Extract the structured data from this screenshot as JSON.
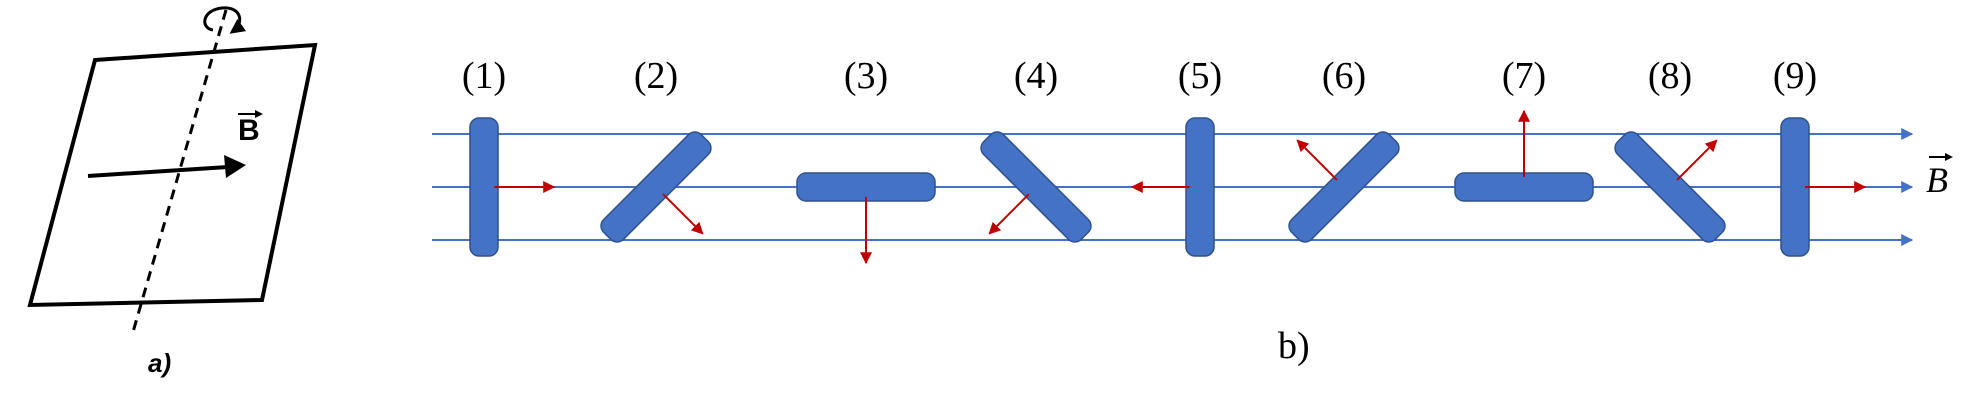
{
  "panel_a": {
    "field_label": "B",
    "caption": "a)"
  },
  "panel_b": {
    "field_label": "B",
    "caption": "b)",
    "plates": [
      {
        "label": "(1)",
        "angle_deg": 90,
        "normal": "+x"
      },
      {
        "label": "(2)",
        "angle_deg": 135,
        "normal": "down-right"
      },
      {
        "label": "(3)",
        "angle_deg": 0,
        "normal": "-y"
      },
      {
        "label": "(4)",
        "angle_deg": 45,
        "normal": "down-left"
      },
      {
        "label": "(5)",
        "angle_deg": 90,
        "normal": "-x"
      },
      {
        "label": "(6)",
        "angle_deg": 135,
        "normal": "up-left"
      },
      {
        "label": "(7)",
        "angle_deg": 0,
        "normal": "+y"
      },
      {
        "label": "(8)",
        "angle_deg": 45,
        "normal": "up-right"
      },
      {
        "label": "(9)",
        "angle_deg": 90,
        "normal": "+x"
      }
    ]
  },
  "colors": {
    "field_lines": "#4472c4",
    "plate_fill": "#4472c4",
    "plate_stroke": "#2f528f",
    "normal_arrow": "#c00000",
    "ink": "#000000"
  }
}
